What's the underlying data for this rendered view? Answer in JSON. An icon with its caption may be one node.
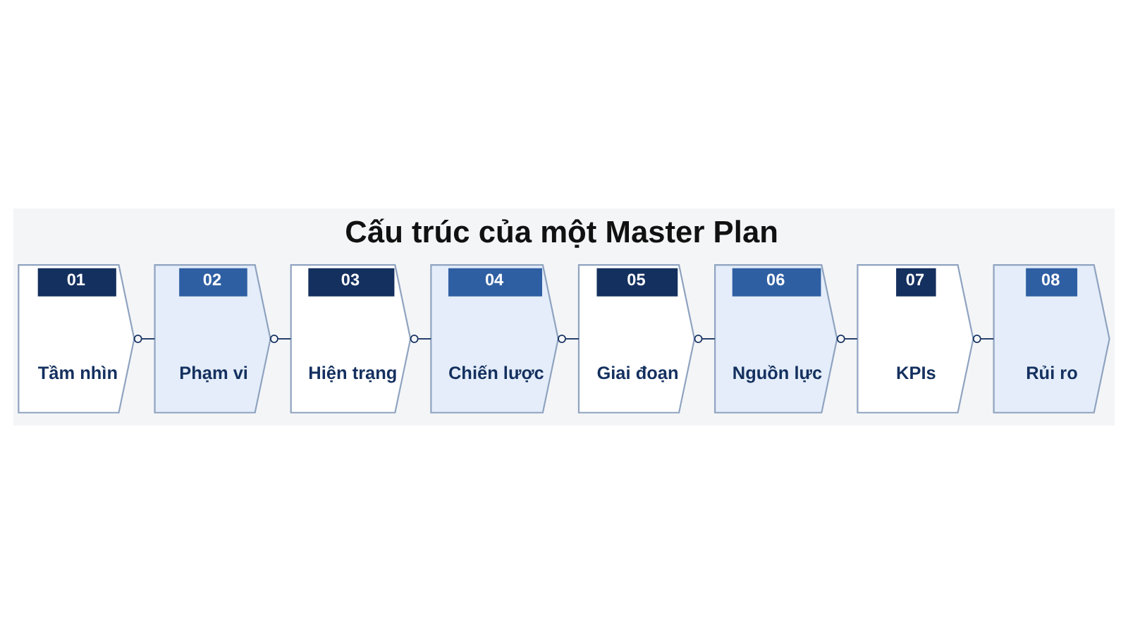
{
  "diagram": {
    "title": "Cấu trúc của một Master Plan",
    "nodes": [
      {
        "text": [
          "01",
          "Tầm nhìn"
        ]
      },
      {
        "text": [
          "02",
          "Phạm vi"
        ]
      },
      {
        "text": [
          "03",
          "Hiện trạng"
        ]
      },
      {
        "text": [
          "04",
          "Chiến lược"
        ]
      },
      {
        "text": [
          "05",
          "Giai đoạn"
        ]
      },
      {
        "text": [
          "06",
          "Nguồn lực"
        ]
      },
      {
        "text": [
          "07",
          "KPIs"
        ]
      },
      {
        "text": [
          "08",
          "Rủi ro"
        ]
      }
    ],
    "edges": [
      {
        "from": 0,
        "to": 1,
        "arrow": "other"
      },
      {
        "from": 1,
        "to": 2,
        "arrow": "other"
      },
      {
        "from": 2,
        "to": 3,
        "arrow": "other"
      },
      {
        "from": 3,
        "to": 4,
        "arrow": "other"
      },
      {
        "from": 4,
        "to": 5,
        "arrow": "other"
      },
      {
        "from": 5,
        "to": 6,
        "arrow": "other"
      },
      {
        "from": 6,
        "to": 7,
        "arrow": "other"
      }
    ]
  }
}
